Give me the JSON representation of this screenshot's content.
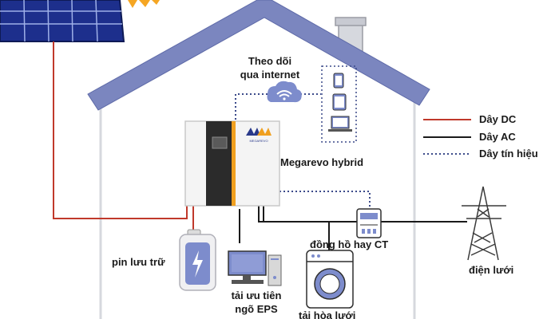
{
  "labels": {
    "monitoring_line1": "Theo dõi",
    "monitoring_line2": "qua internet",
    "inverter": "Megarevo hybrid",
    "battery": "pin lưu trữ",
    "eps_load_line1": "tải ưu tiên",
    "eps_load_line2": "ngõ EPS",
    "grid_load": "tải hòa lưới",
    "meter": "đồng hồ hay CT",
    "grid": "điện lưới"
  },
  "legend": {
    "items": [
      {
        "label": "Dây DC",
        "color": "#c0392b",
        "style": "solid"
      },
      {
        "label": "Dây AC",
        "color": "#1a1a1a",
        "style": "solid"
      },
      {
        "label": "Dây tín hiệu",
        "color": "#3b4a8a",
        "style": "dotted"
      }
    ]
  },
  "brand": {
    "logo_text": "MEGAREVO",
    "accent": "#f0a020",
    "logo_blue": "#2a3a8a"
  },
  "colors": {
    "roof": "#7b86bf",
    "house_wall": "#d6d8de",
    "solar_panel": "#1d2f8c",
    "dc_wire": "#c0392b",
    "ac_wire": "#1a1a1a",
    "signal_wire": "#3b4a8a",
    "device_fill": "#7d8ccc"
  },
  "icons": [
    "solar-panel-icon",
    "sun-icon",
    "wifi-cloud-icon",
    "phone-icon",
    "tablet-icon",
    "laptop-icon",
    "battery-icon",
    "desktop-computer-icon",
    "washing-machine-icon",
    "meter-icon",
    "power-tower-icon"
  ]
}
